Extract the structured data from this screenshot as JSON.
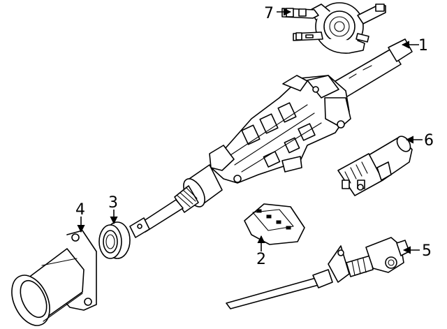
{
  "diagram": {
    "callouts": [
      {
        "id": "1",
        "label": "1"
      },
      {
        "id": "2",
        "label": "2"
      },
      {
        "id": "3",
        "label": "3"
      },
      {
        "id": "4",
        "label": "4"
      },
      {
        "id": "5",
        "label": "5"
      },
      {
        "id": "6",
        "label": "6"
      },
      {
        "id": "7",
        "label": "7"
      }
    ]
  },
  "colors": {
    "line": "#000000",
    "background": "#ffffff"
  }
}
